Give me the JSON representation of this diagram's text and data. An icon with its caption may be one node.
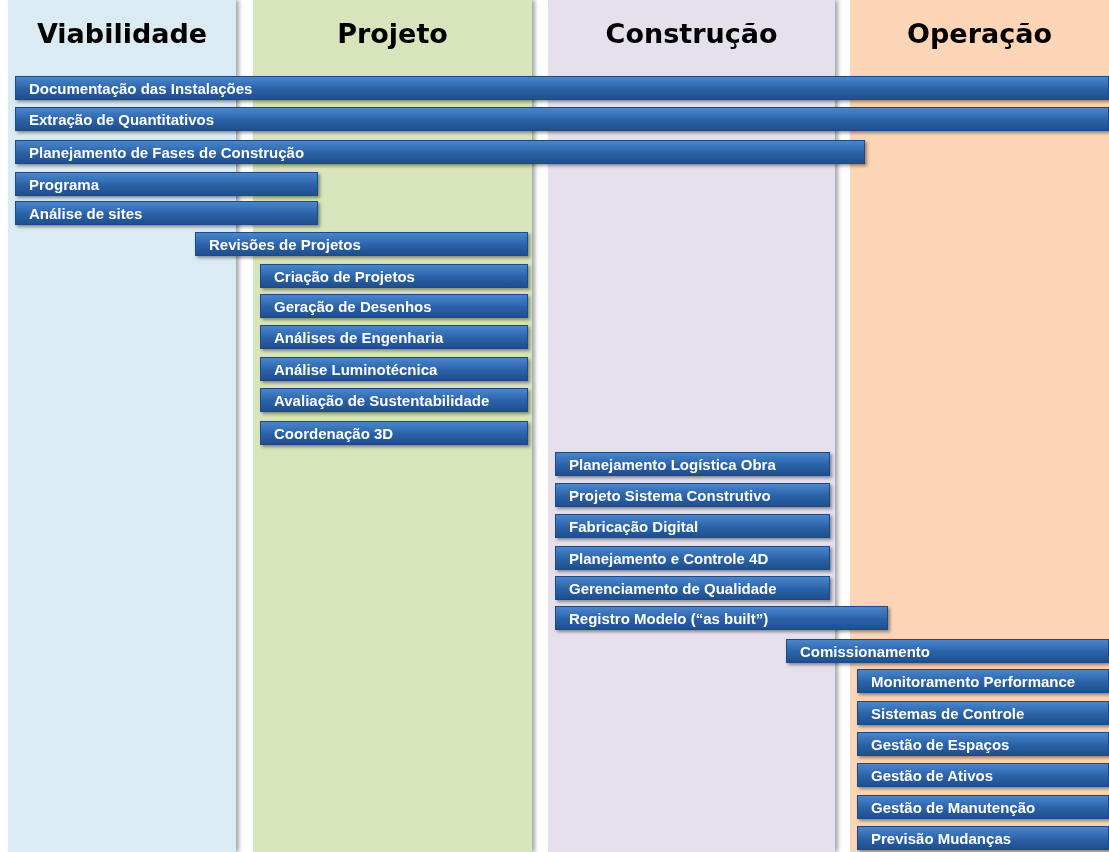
{
  "diagram": {
    "nodes": [
      {
        "text": [
          "Viabilidade"
        ]
      },
      {
        "text": [
          "Projeto"
        ]
      },
      {
        "text": [
          "Construção"
        ]
      },
      {
        "text": [
          "Operação"
        ]
      },
      {
        "text": [
          "Documentação das Instalações"
        ]
      },
      {
        "text": [
          "Extração de Quantitativos"
        ]
      },
      {
        "text": [
          "Planejamento de Fases de Construção"
        ]
      },
      {
        "text": [
          "Programa"
        ]
      },
      {
        "text": [
          "Análise de sites"
        ]
      },
      {
        "text": [
          "Revisões de Projetos"
        ]
      },
      {
        "text": [
          "Criação de Projetos"
        ],
        "in": 1
      },
      {
        "text": [
          "Geração de Desenhos"
        ],
        "in": 1
      },
      {
        "text": [
          "Análises de Engenharia"
        ],
        "in": 1
      },
      {
        "text": [
          "Análise Luminotécnica"
        ],
        "in": 1
      },
      {
        "text": [
          "Avaliação de Sustentabilidade"
        ],
        "in": 1
      },
      {
        "text": [
          "Coordenação 3D"
        ],
        "in": 1
      },
      {
        "text": [
          "Planejamento Logística Obra"
        ],
        "in": 2
      },
      {
        "text": [
          "Projeto Sistema Construtivo"
        ],
        "in": 2
      },
      {
        "text": [
          "Fabricação Digital"
        ],
        "in": 2
      },
      {
        "text": [
          "Planejamento e Controle 4D"
        ],
        "in": 2
      },
      {
        "text": [
          "Gerenciamento de Qualidade"
        ],
        "in": 2
      },
      {
        "text": [
          "Registro Modelo (“as built”)"
        ]
      },
      {
        "text": [
          "Comissionamento"
        ]
      },
      {
        "text": [
          "Monitoramento Performance"
        ],
        "in": 3
      },
      {
        "text": [
          "Sistemas de Controle"
        ],
        "in": 3
      },
      {
        "text": [
          "Gestão de Espaços"
        ],
        "in": 3
      },
      {
        "text": [
          "Gestão de Ativos"
        ],
        "in": 3
      },
      {
        "text": [
          "Gestão de Manutenção"
        ],
        "in": 3
      },
      {
        "text": [
          "Previsão Mudanças"
        ],
        "in": 3
      }
    ],
    "edges": []
  }
}
